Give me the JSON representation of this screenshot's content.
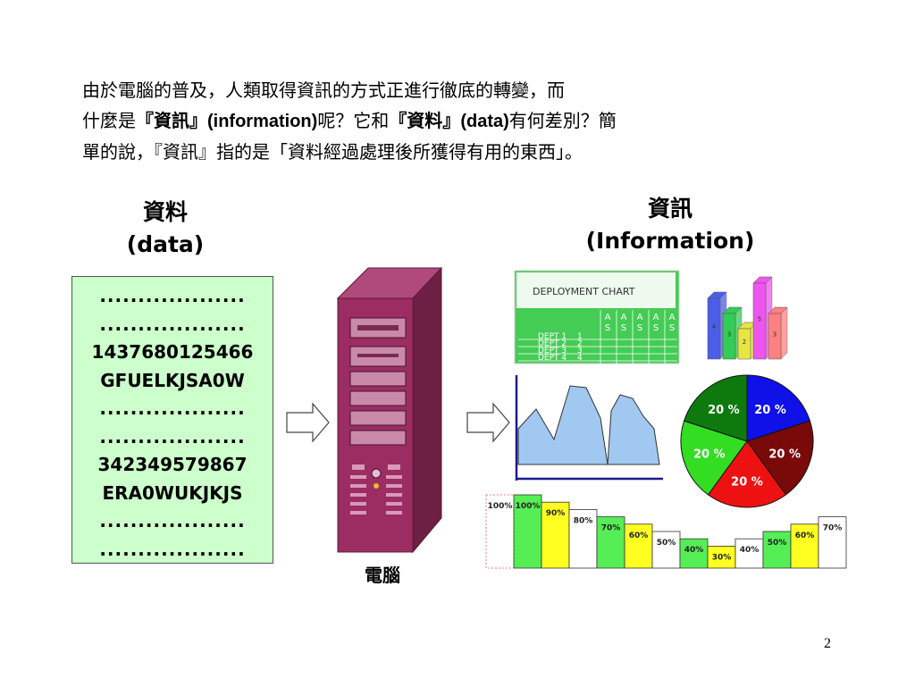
{
  "intro": {
    "line1": "由於電腦的普及，人類取得資訊的方式正進行徹底的轉變，而",
    "line2_a": "什麼是",
    "line2_b": "『資訊』",
    "line2_c": "(information)",
    "line2_d": "呢？它和",
    "line2_e": "『資料』",
    "line2_f": "(data)",
    "line2_g": "有何差別？簡",
    "line3": "單的說，『資訊』指的是「資料經過處理後所獲得有用的東西」。"
  },
  "data_panel": {
    "heading_zh": "資料",
    "heading_en": "(data)",
    "rows": [
      "...................",
      "...................",
      "1437680125466",
      "GFUELKJSA0W",
      "...................",
      "...................",
      "342349579867",
      "ERA0WUKJKJS",
      "...................",
      "..................."
    ]
  },
  "computer": {
    "label": "電腦"
  },
  "info_panel": {
    "heading_zh": "資訊",
    "heading_en": "(Information)"
  },
  "deployment_chart": {
    "title": "DEPLOYMENT CHART",
    "column_letters": [
      "A",
      "A",
      "A",
      "A",
      "A"
    ],
    "column_sub": [
      "S",
      "S",
      "S",
      "S",
      "S"
    ],
    "rows": [
      "DEPT 1",
      "DEPT 2",
      "DEPT 3",
      "DEPT 4"
    ],
    "row_sub": [
      "1",
      "2",
      "3",
      "4"
    ]
  },
  "pie_chart": {
    "slices": [
      {
        "label": "20 %",
        "color": "#1010e8"
      },
      {
        "label": "20 %",
        "color": "#7a0a0a"
      },
      {
        "label": "20 %",
        "color": "#ee1111"
      },
      {
        "label": "20 %",
        "color": "#33dd22"
      },
      {
        "label": "20 %",
        "color": "#0e7a0e"
      }
    ]
  },
  "bar3d": {
    "bars": [
      {
        "label": "4",
        "color": "#4a5ee8"
      },
      {
        "label": "3",
        "color": "#33cc55"
      },
      {
        "label": "2",
        "color": "#e6e640"
      },
      {
        "label": "5",
        "color": "#ee55ee"
      },
      {
        "label": "3",
        "color": "#ff8080"
      }
    ]
  },
  "bar_chart": {
    "values": [
      100,
      100,
      90,
      80,
      70,
      60,
      50,
      40,
      30,
      40,
      50,
      60,
      70
    ],
    "labels": [
      "100%",
      "100%",
      "90%",
      "80%",
      "70%",
      "60%",
      "50%",
      "40%",
      "30%",
      "40%",
      "50%",
      "60%",
      "70%"
    ],
    "colors": [
      "#ffffff",
      "#55ee55",
      "#ffff22",
      "#ffffff",
      "#55ee55",
      "#ffff22",
      "#ffffff",
      "#55ee55",
      "#ffff22",
      "#ffffff",
      "#55ee55",
      "#ffff22",
      "#ffffff"
    ]
  },
  "page_number": "2"
}
